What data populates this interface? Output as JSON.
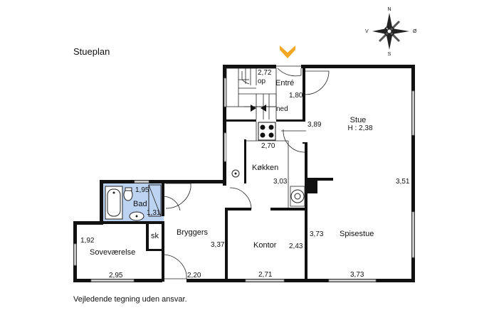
{
  "title": "Stueplan",
  "disclaimer": "Vejledende tegning uden ansvar.",
  "compass": {
    "n": "N",
    "s": "S",
    "e": "Ø",
    "w": "V"
  },
  "rooms": {
    "entre": "Entré",
    "stue": "Stue",
    "stue_height": "H : 2,38",
    "kokken": "Køkken",
    "bad": "Bad",
    "sk": "sk",
    "bryggers": "Bryggers",
    "sovevaerelse": "Soveværelse",
    "kontor": "Kontor",
    "spisestue": "Spisestue"
  },
  "stairs": {
    "up": "op",
    "down": "ned"
  },
  "dimensions": {
    "entre_w": "2,72",
    "entre_h": "1,80",
    "stue_side": "3,89",
    "kokken_w": "2,70",
    "kokken_h": "3,03",
    "bad_w": "1,95",
    "bad_h": "1,31",
    "bryggers_h": "3,37",
    "bryggers_w": "2,20",
    "sove_h": "1,92",
    "sove_w": "2,95",
    "kontor_h": "2,43",
    "kontor_w": "2,71",
    "stue_h": "3,51",
    "spise_h": "3,73",
    "spise_w": "3,73"
  },
  "colors": {
    "bath_floor": "#bcd3f1",
    "entrance_arrow": "#f5a623",
    "wall": "#111111"
  }
}
